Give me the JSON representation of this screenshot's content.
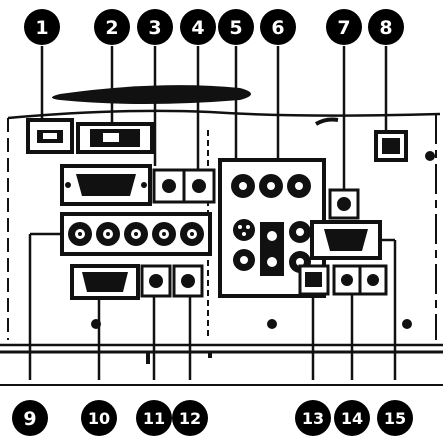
{
  "callouts_top": [
    "1",
    "2",
    "3",
    "4",
    "5",
    "6",
    "7",
    "8"
  ],
  "callouts_bottom": [
    "9",
    "10",
    "11",
    "12",
    "13",
    "14",
    "15"
  ],
  "colors": {
    "ink": "#111111",
    "panel": "#ffffff",
    "label_fill": "#000000",
    "label_text": "#ffffff"
  },
  "icons": [
    "power-socket-icon",
    "switch-icon",
    "vga-port-icon",
    "rca-jack-icon",
    "s-video-port-icon",
    "network-port-icon",
    "screw-hole-icon"
  ]
}
